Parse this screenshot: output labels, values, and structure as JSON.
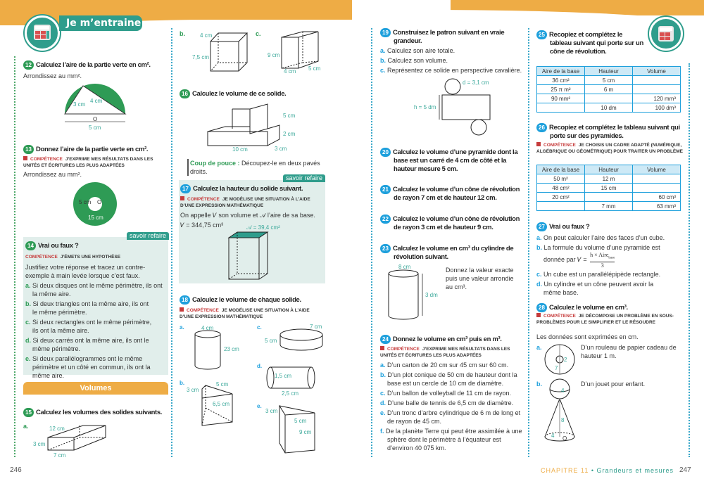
{
  "header": {
    "title": "Je m’entraine"
  },
  "colors": {
    "orange": "#eeac45",
    "green": "#2e9b55",
    "blue": "#1ea0dc",
    "teal": "#2f9d8c",
    "red": "#c63b3b"
  },
  "competence_label": "COMPÉTENCE",
  "savoir_refaire": "savoir refaire",
  "ex12": {
    "num": "12",
    "title": "Calculez l’aire de la partie verte en cm².",
    "note": "Arrondissez au mm².",
    "labels": [
      "3 cm",
      "4 cm",
      "O",
      "5 cm"
    ]
  },
  "ex13": {
    "num": "13",
    "title": "Donnez l’aire de la partie verte en cm².",
    "competence": "J’exprime mes résultats dans les unités et écritures les plus adaptées",
    "note": "Arrondissez au mm².",
    "labels": [
      "5 cm",
      "O",
      "15 cm"
    ]
  },
  "ex14": {
    "num": "14",
    "title": "Vrai ou faux ?",
    "competence": "J’émets une hypothèse",
    "intro": "Justifiez votre réponse et tracez un contre-exemple à main levée lorsque c’est faux.",
    "items": [
      {
        "l": "a.",
        "t": "Si deux disques ont le même périmètre, ils ont la même aire."
      },
      {
        "l": "b.",
        "t": "Si deux triangles ont la même aire, ils ont le même périmètre."
      },
      {
        "l": "c.",
        "t": "Si deux rectangles ont le même périmètre, ils ont la même aire."
      },
      {
        "l": "d.",
        "t": "Si deux carrés ont la même aire, ils ont le même périmètre."
      },
      {
        "l": "e.",
        "t": "Si deux parallélogrammes ont le même périmètre et un côté en commun, ils ont la même aire."
      }
    ]
  },
  "volumes_banner": "Volumes",
  "ex15": {
    "num": "15",
    "title": "Calculez les volumes des solides suivants.",
    "a": {
      "l": "a.",
      "labels": [
        "12 cm",
        "3 cm",
        "7 cm"
      ]
    },
    "b": {
      "l": "b.",
      "labels": [
        "4 cm",
        "7,5 cm"
      ]
    },
    "c": {
      "l": "c.",
      "labels": [
        "9 cm",
        "4 cm",
        "5 cm"
      ]
    }
  },
  "ex16": {
    "num": "16",
    "title": "Calculez le volume de ce solide.",
    "labels": [
      "5 cm",
      "2 cm",
      "10 cm",
      "3 cm"
    ],
    "hint_label": "Coup de pouce :",
    "hint": " Découpez-le en deux pavés droits."
  },
  "ex17": {
    "num": "17",
    "title": "Calculez la hauteur du solide suivant.",
    "competence": "Je modélise une situation à l’aide d’une expression mathématique",
    "intro": "On appelle 𝑉 son volume et 𝒜 l’aire de sa base.",
    "v": "𝑉 = 344,75 cm³",
    "a": "𝒜 = 39,4 cm²"
  },
  "ex18": {
    "num": "18",
    "title": "Calculez le volume de chaque solide.",
    "competence": "Je modélise une situation à l’aide d’une expression mathématique",
    "a": {
      "l": "a.",
      "labels": [
        "4 cm",
        "23 cm"
      ]
    },
    "b": {
      "l": "b.",
      "labels": [
        "5 cm",
        "3 cm",
        "6,5 cm"
      ]
    },
    "c": {
      "l": "c.",
      "labels": [
        "7 cm",
        "5 cm"
      ]
    },
    "d": {
      "l": "d.",
      "labels": [
        "1,5 cm",
        "2,5 cm"
      ]
    },
    "e": {
      "l": "e.",
      "labels": [
        "3 cm",
        "5 cm",
        "9 cm"
      ]
    }
  },
  "ex19": {
    "num": "19",
    "title": "Construisez le patron suivant en vraie grandeur.",
    "items": [
      {
        "l": "a.",
        "t": "Calculez son aire totale."
      },
      {
        "l": "b.",
        "t": "Calculez son volume."
      },
      {
        "l": "c.",
        "t": "Représentez ce solide en perspective cavalière."
      }
    ],
    "labels": [
      "d = 3,1 cm",
      "h = 5 dm"
    ]
  },
  "ex20": {
    "num": "20",
    "title": "Calculez le volume d’une pyramide dont la base est un carré de 4 cm de côté et la hauteur mesure 5 cm."
  },
  "ex21": {
    "num": "21",
    "title": "Calculez le volume d’un cône de révolution de rayon 7 cm et de hauteur 12 cm."
  },
  "ex22": {
    "num": "22",
    "title": "Calculez le volume d’un cône de révolution de rayon 3 cm et de hauteur 9 cm."
  },
  "ex23": {
    "num": "23",
    "title": "Calculez le volume en cm³ du cylindre de révolution suivant.",
    "labels": [
      "8 cm",
      "3 dm"
    ],
    "note": "Donnez la valeur exacte puis une valeur arrondie au cm³."
  },
  "ex24": {
    "num": "24",
    "title": "Donnez le volume en cm³ puis en m³.",
    "competence": "J’exprime mes résultats dans les unités et écritures les plus adaptées",
    "items": [
      {
        "l": "a.",
        "t": "D’un carton de 20 cm sur 45 cm sur 60 cm."
      },
      {
        "l": "b.",
        "t": "D’un plot conique de 50 cm de hauteur dont la base est un cercle de 10 cm de diamètre."
      },
      {
        "l": "c.",
        "t": "D’un ballon de volleyball de 11 cm de rayon."
      },
      {
        "l": "d.",
        "t": "D’une balle de tennis de 6,5 cm de diamètre."
      },
      {
        "l": "e.",
        "t": "D’un tronc d’arbre cylindrique de 6 m de long et de rayon de 45 cm."
      },
      {
        "l": "f.",
        "t": "De la planète Terre qui peut être assimilée à une sphère dont le périmètre à l’équateur est d’environ 40 075 km."
      }
    ]
  },
  "ex25": {
    "num": "25",
    "title": "Recopiez et complétez le tableau suivant qui porte sur un cône de révolution.",
    "headers": [
      "Aire de la base",
      "Hauteur",
      "Volume"
    ],
    "rows": [
      [
        "36 cm²",
        "5 cm",
        ""
      ],
      [
        "25 π m²",
        "6 m",
        ""
      ],
      [
        "90 mm²",
        "",
        "120 mm³"
      ],
      [
        "",
        "10 dm",
        "100 dm³"
      ]
    ]
  },
  "ex26": {
    "num": "26",
    "title": "Recopiez et complétez le tableau suivant qui porte sur des pyramides.",
    "competence": "Je choisis un cadre adapté (numérique, algébrique ou géométrique) pour traiter un problème",
    "headers": [
      "Aire de la base",
      "Hauteur",
      "Volume"
    ],
    "rows": [
      [
        "50 m²",
        "12 m",
        ""
      ],
      [
        "48 cm²",
        "15 cm",
        ""
      ],
      [
        "20 cm²",
        "",
        "60 cm³"
      ],
      [
        "",
        "7 mm",
        "63 mm³"
      ]
    ]
  },
  "ex27": {
    "num": "27",
    "title": "Vrai ou faux ?",
    "items": [
      {
        "l": "a.",
        "t": "On peut calculer l’aire des faces d’un cube."
      },
      {
        "l": "b.",
        "t": "La formule du volume d’une pyramide est donnée par 𝑉 ="
      },
      {
        "l": "c.",
        "t": "Un cube est un parallélépipède rectangle."
      },
      {
        "l": "d.",
        "t": "Un cylindre et un cône peuvent avoir la même base."
      }
    ],
    "formula_num": "h × Aire",
    "formula_sub": "base",
    "formula_den": "3"
  },
  "ex28": {
    "num": "28",
    "title": "Calculez le volume en cm³.",
    "competence": "Je décompose un problème en sous-problèmes pour le simplifier et le résoudre",
    "note": "Les données sont exprimées en cm.",
    "a": {
      "l": "a.",
      "t": "D’un rouleau de papier cadeau de hauteur 1 m.",
      "labels": [
        "2",
        "7"
      ]
    },
    "b": {
      "l": "b.",
      "t": "D’un jouet pour enfant.",
      "labels": [
        "4",
        "8",
        "4",
        "O"
      ]
    }
  },
  "footer": {
    "left_page": "246",
    "chapter": "CHAPITRE 11",
    "sep": " • ",
    "chapter_title": "Grandeurs et mesures",
    "right_page": "247"
  }
}
